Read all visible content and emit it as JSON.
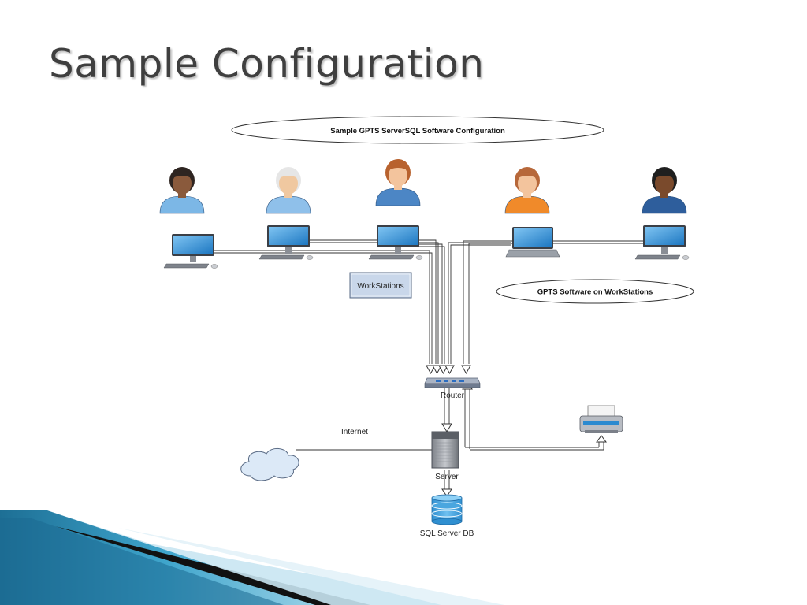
{
  "title": "Sample Configuration",
  "diagram": {
    "header_label": "Sample GPTS ServerSQL Software Configuration",
    "workstations_label": "WorkStations",
    "software_label": "GPTS Software on WorkStations",
    "router_label": "Router",
    "internet_label": "Internet",
    "server_label": "Server",
    "db_label": "SQL Server DB",
    "users": [
      {
        "name": "user-1",
        "shirt": "#7cb7e6",
        "hair": "#2e2521",
        "skin": "#8a5a3c"
      },
      {
        "name": "user-2",
        "shirt": "#8fc0ea",
        "hair": "#e6e6e6",
        "skin": "#f0c8a0"
      },
      {
        "name": "user-3",
        "shirt": "#4c86c5",
        "hair": "#b8622e",
        "skin": "#f3c49d"
      },
      {
        "name": "user-4",
        "shirt": "#f08a2a",
        "hair": "#b7683a",
        "skin": "#f3c49d"
      },
      {
        "name": "user-5",
        "shirt": "#2e5e9c",
        "hair": "#1f1f1f",
        "skin": "#7a4a2c"
      }
    ],
    "colors": {
      "screen": "#2b8ad0",
      "cloud": "#dce9f7",
      "db": "#4aa6df",
      "accent_band": "#2a8fb8"
    }
  }
}
